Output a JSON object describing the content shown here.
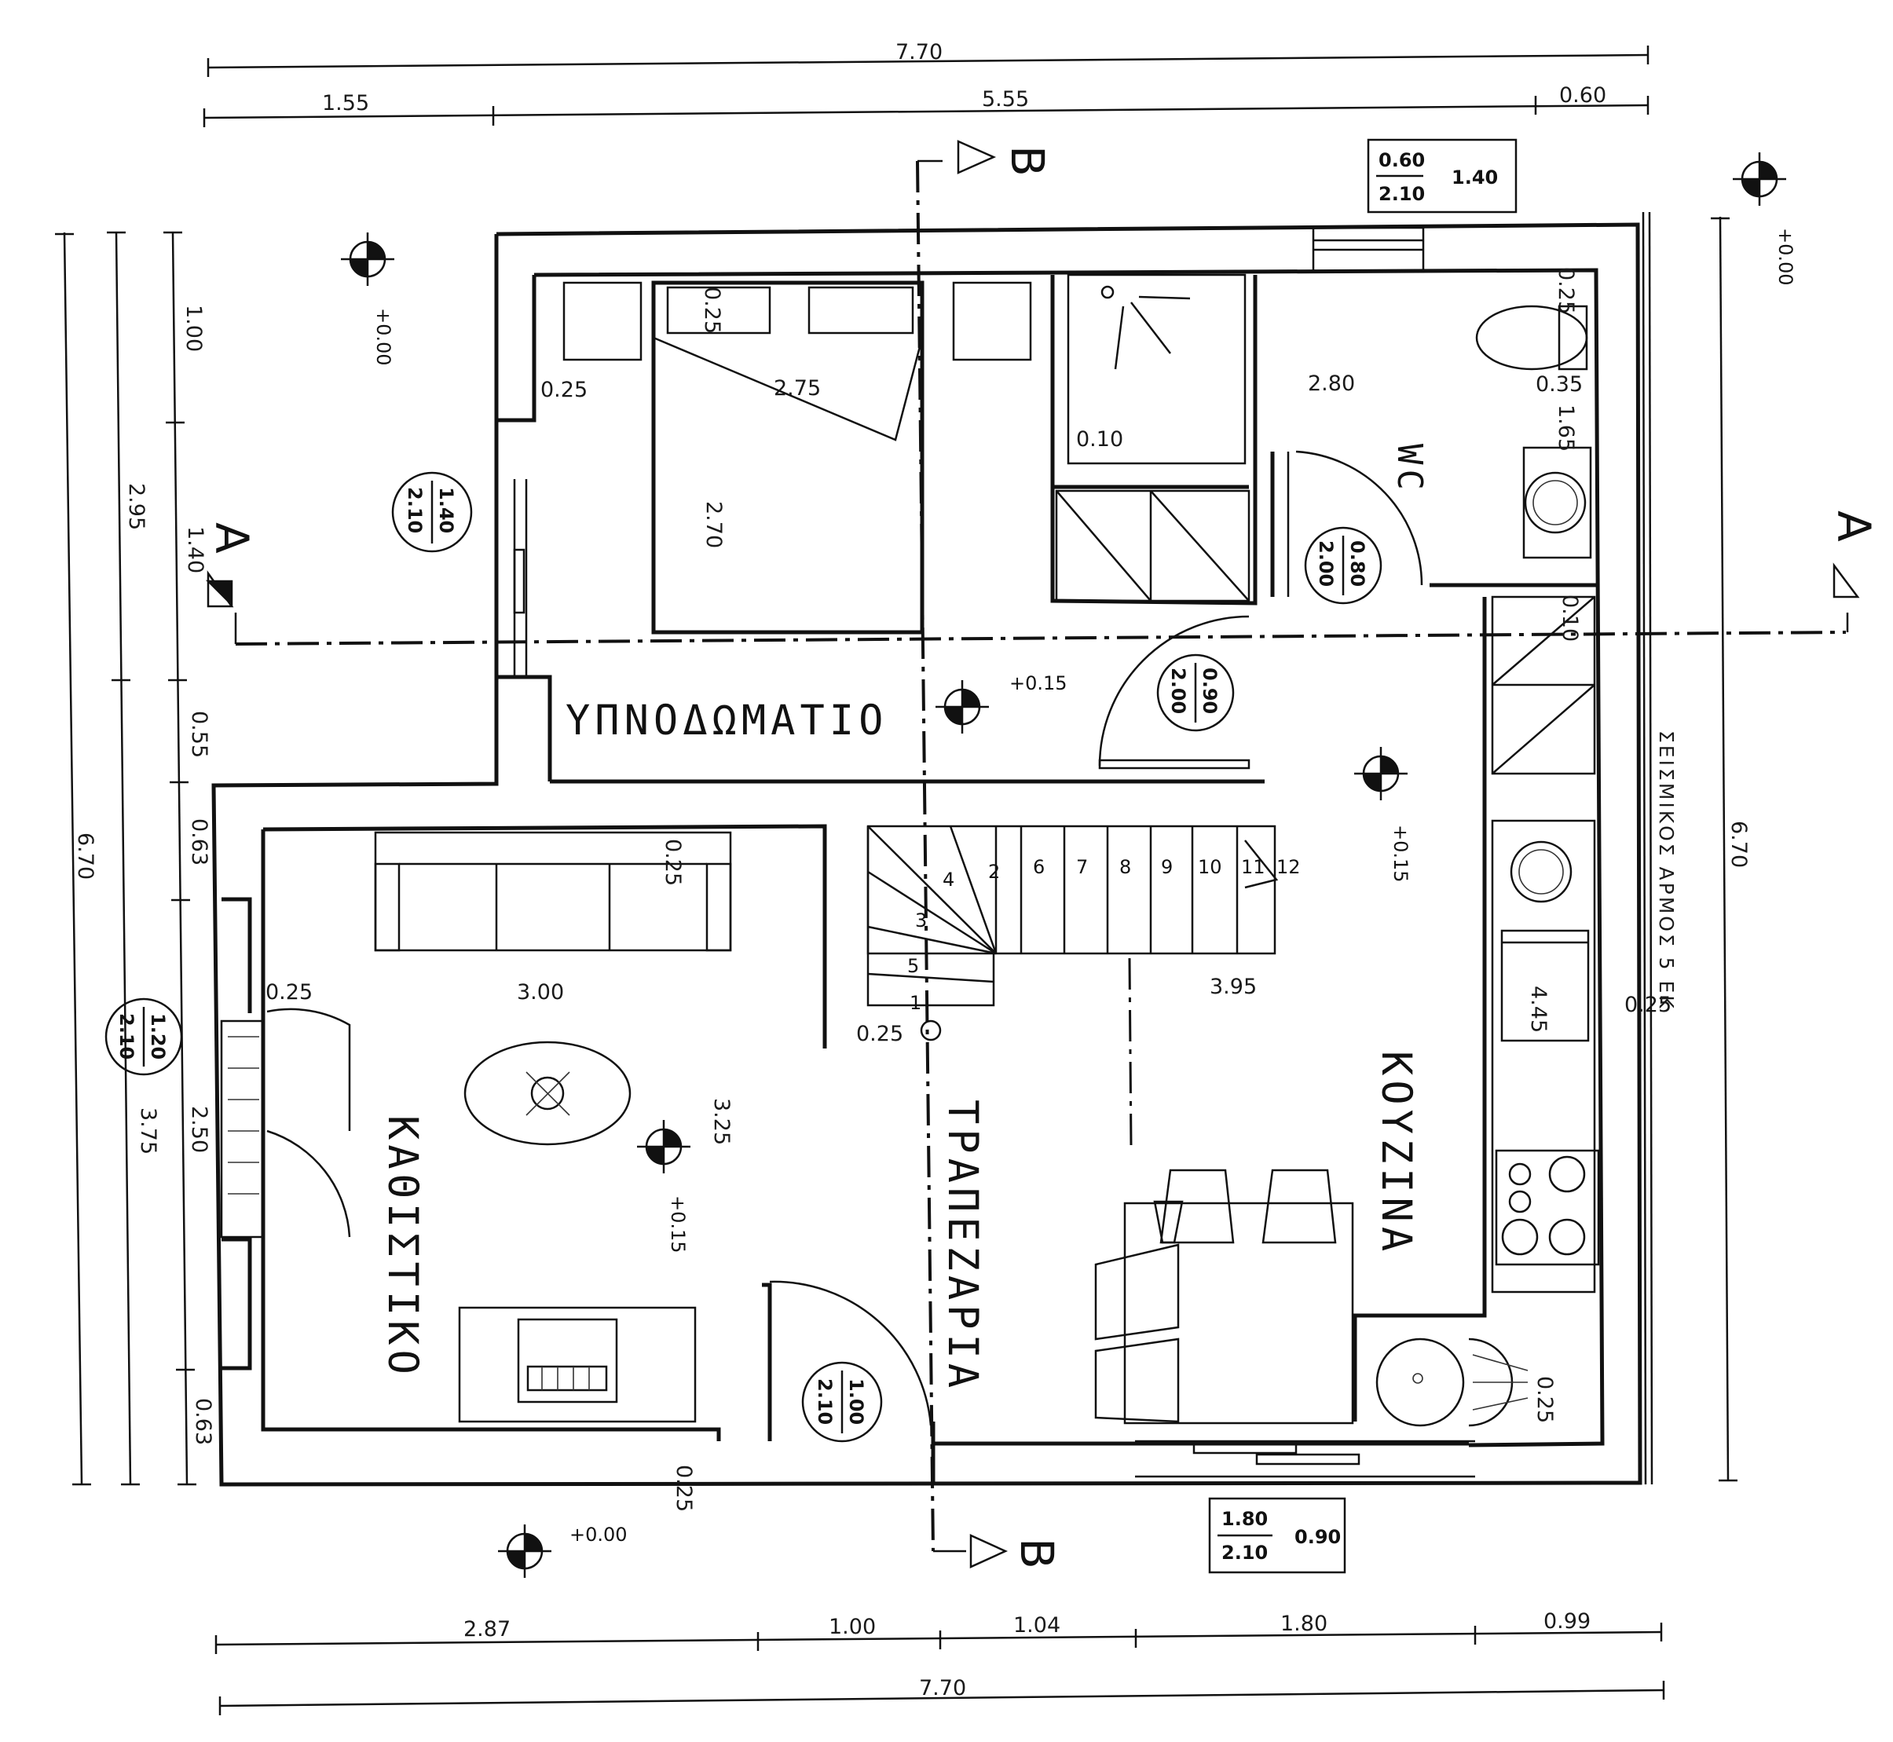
{
  "rooms": {
    "bedroom": "ΥΠΝΟΔΩΜΑΤΙΟ",
    "wc": "WC",
    "living": "ΚΑΘΙΣΤΙΚΟ",
    "dining": "ΤΡΑΠΕΖΑΡΙΑ",
    "kitchen": "ΚΟΥΖΙΝΑ"
  },
  "seismic_joint": "ΣΕΙΣΜΙΚΟΣ ΑΡΜΟΣ 5 ΕΚ",
  "sections": {
    "a": "A",
    "b": "B"
  },
  "dims_top": {
    "total": "7.70",
    "d1": "1.55",
    "d2": "5.55",
    "d3": "0.60"
  },
  "dims_bottom": {
    "total": "7.70",
    "d1": "2.87",
    "d2": "1.00",
    "d3": "1.04",
    "d4": "1.80",
    "d5": "0.99"
  },
  "dims_left": {
    "total": "6.70",
    "a": "2.95",
    "b": "3.75",
    "c1": "1.00",
    "c2": "1.40",
    "c3": "0.55",
    "c4": "0.63",
    "c5": "2.50",
    "c6": "0.63"
  },
  "dims_right": {
    "total": "6.70"
  },
  "dims_interior": {
    "bed_left": "0.25",
    "bed_w": "2.75",
    "bed_h": "2.70",
    "bed_top": "0.25",
    "wc_w": "2.80",
    "wc_r": "0.35",
    "wc_top": "0.25",
    "wc_side": "1.65",
    "wc_small": "0.10",
    "wc_side2": "0.10",
    "liv_left": "0.25",
    "liv_w": "3.00",
    "liv_h": "3.25",
    "liv_top": "0.25",
    "liv_bot": "0.25",
    "stair_off": "0.25",
    "kit_w": "3.95",
    "kit_h": "4.45",
    "kit_r": "0.25",
    "kit_bot": "0.25"
  },
  "levels": {
    "l1": "+0.00",
    "l2": "+0.00",
    "l3": "+0.00",
    "l4": "+0.15",
    "l5": "+0.15",
    "l6": "+0.15"
  },
  "openings": [
    {
      "top": "0.60",
      "bottom": "2.10",
      "side": "1.40"
    },
    {
      "top": "1.40",
      "bottom": "2.10"
    },
    {
      "top": "0.80",
      "bottom": "2.00"
    },
    {
      "top": "0.90",
      "bottom": "2.00"
    },
    {
      "top": "1.20",
      "bottom": "2.10"
    },
    {
      "top": "1.00",
      "bottom": "2.10"
    },
    {
      "top": "1.80",
      "bottom": "2.10",
      "side": "0.90"
    }
  ],
  "stair_steps": [
    "1",
    "2",
    "3",
    "4",
    "5",
    "6",
    "7",
    "8",
    "9",
    "10",
    "11",
    "12"
  ]
}
